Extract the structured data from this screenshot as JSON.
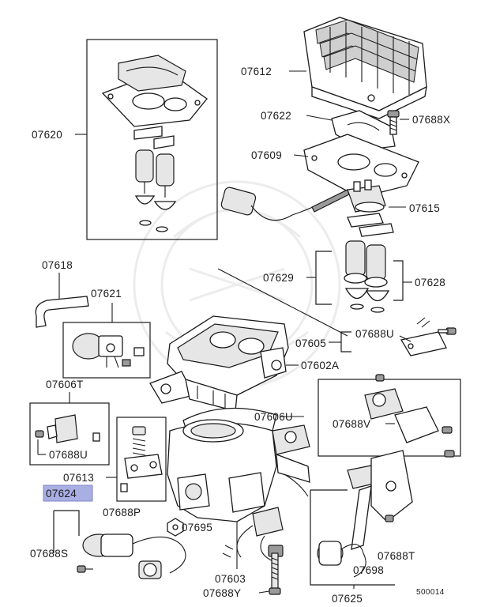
{
  "labels": {
    "p07612": "07612",
    "p07620": "07620",
    "p07622": "07622",
    "p07688X": "07688X",
    "p07609": "07609",
    "p07615": "07615",
    "p07618": "07618",
    "p07629": "07629",
    "p07628": "07628",
    "p07621": "07621",
    "p07688U_right": "07688U",
    "p07605": "07605",
    "p07602A": "07602A",
    "p07606T": "07606T",
    "p07606U": "07606U",
    "p07688V": "07688V",
    "p07688U_left": "07688U",
    "p07613": "07613",
    "p07624": "07624",
    "p07688P": "07688P",
    "p07695": "07695",
    "p07688S": "07688S",
    "p07688T": "07688T",
    "p07698": "07698",
    "p07603": "07603",
    "p07688Y": "07688Y",
    "p07625": "07625",
    "diagram_code": "500014"
  },
  "highlight": {
    "color": "#a9aee3",
    "part": "07624"
  }
}
